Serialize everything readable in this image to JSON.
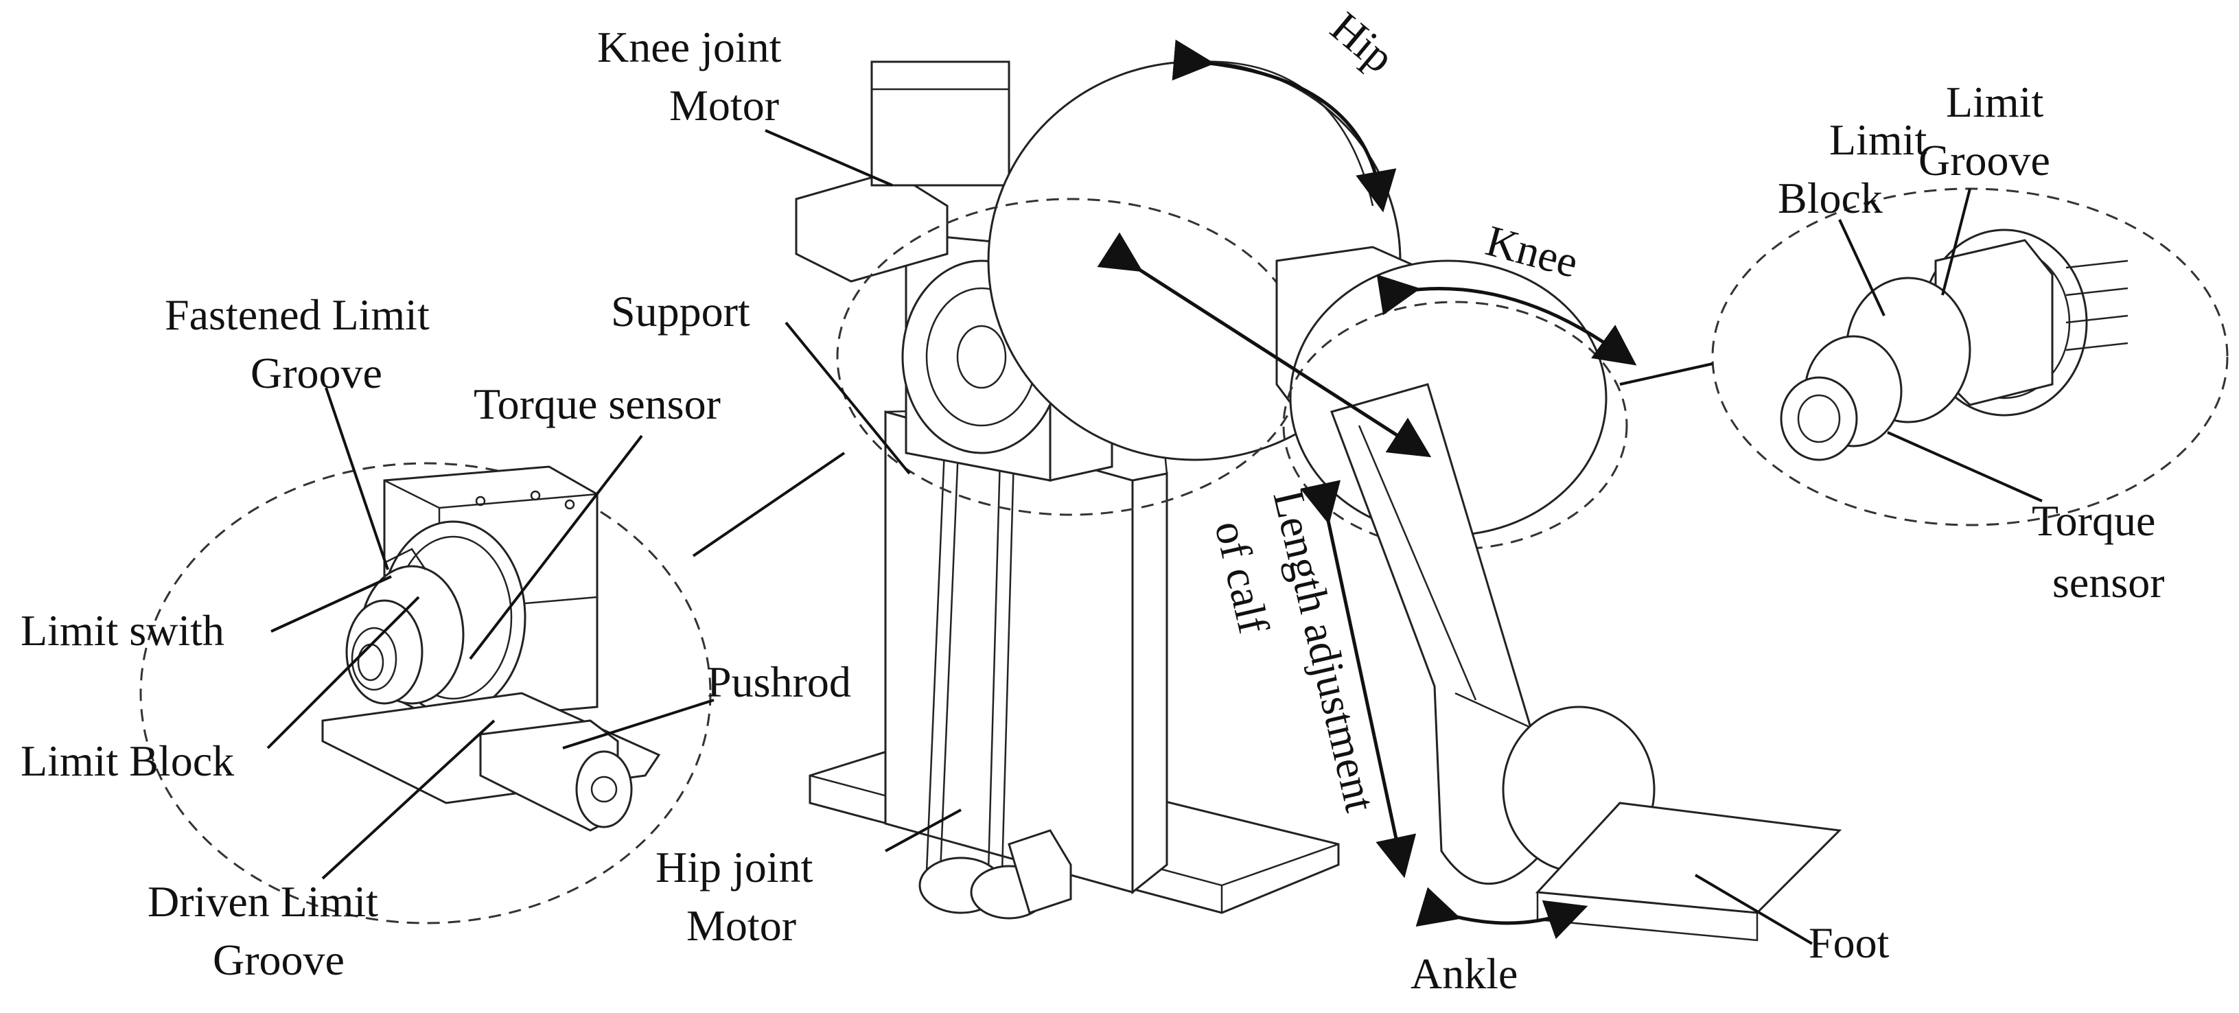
{
  "labels": {
    "knee_motor_1": "Knee joint",
    "knee_motor_2": "Motor",
    "hip": "Hip",
    "limit_groove_r1": "Limit",
    "limit_groove_r2": "Groove",
    "limit_block_r1": "Limit",
    "limit_block_r2": "Block",
    "knee": "Knee",
    "fastened_1": "Fastened Limit",
    "fastened_2": "Groove",
    "support": "Support",
    "torque_left": "Torque sensor",
    "torque_r1": "Torque",
    "torque_r2": "sensor",
    "length_1": "Length adjustment",
    "length_2": "of calf",
    "limit_swith": "Limit swith",
    "pushrod": "Pushrod",
    "limit_block_left": "Limit Block",
    "driven_1": "Driven Limit",
    "driven_2": "Groove",
    "hip_motor_1": "Hip joint",
    "hip_motor_2": "Motor",
    "ankle": "Ankle",
    "foot": "Foot"
  }
}
